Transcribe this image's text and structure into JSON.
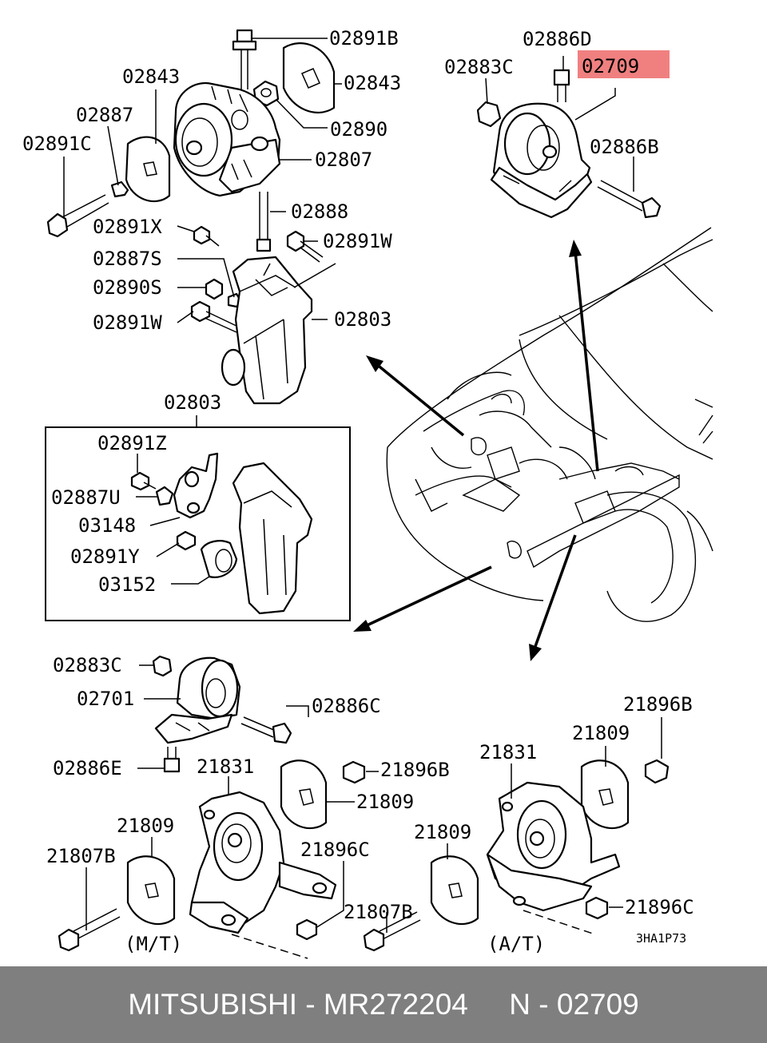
{
  "labels": {
    "l02891B": "02891B",
    "l02843a": "02843",
    "l02843b": "02843",
    "l02887": "02887",
    "l02890": "02890",
    "l02891C": "02891C",
    "l02807": "02807",
    "l02888": "02888",
    "l02891X": "02891X",
    "l02891Wa": "02891W",
    "l02887S": "02887S",
    "l02890S": "02890S",
    "l02891Wb": "02891W",
    "l02803a": "02803",
    "l02803b": "02803",
    "l02886D": "02886D",
    "l02883Ca": "02883C",
    "l02709": "02709",
    "l02886B": "02886B",
    "l02891Z": "02891Z",
    "l02887U": "02887U",
    "l03148": "03148",
    "l02891Y": "02891Y",
    "l03152": "03152",
    "l02883Cb": "02883C",
    "l02701": "02701",
    "l02886C": "02886C",
    "l02886E": "02886E",
    "l21831a": "21831",
    "l21896Ba": "21896B",
    "l21809a": "21809",
    "l21809b": "21809",
    "l21807Ba": "21807B",
    "l21896Ca": "21896C",
    "l21896Bb": "21896B",
    "l21809c": "21809",
    "l21831b": "21831",
    "l21809d": "21809",
    "l21807Bb": "21807B",
    "l21896Cb": "21896C",
    "lMT": "(M/T)",
    "lAT": "(A/T)",
    "lCode": "3HA1P73"
  },
  "highlight_color": "#f08080",
  "footer": {
    "text": "MITSUBISHI - MR272204     N - 02709"
  }
}
